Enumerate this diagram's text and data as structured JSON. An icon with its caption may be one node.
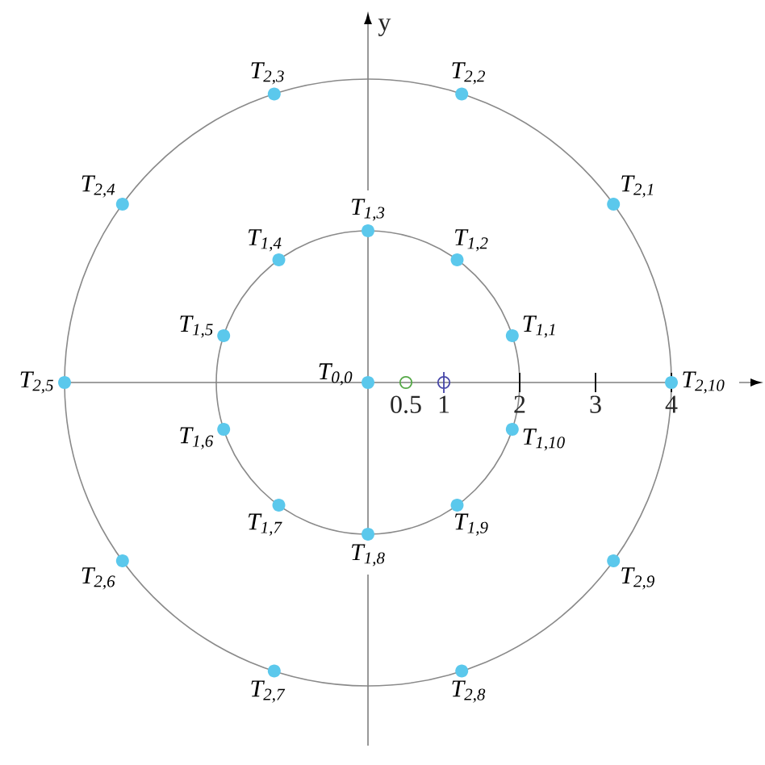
{
  "diagram": {
    "nodes": [
      {
        "text": [],
        "shape": "circle",
        "beside": [
          "T$_{0,0}$"
        ]
      },
      {
        "text": [],
        "shape": "circle",
        "beside": [
          "T$_{1,1}$"
        ]
      },
      {
        "text": [],
        "shape": "circle",
        "beside": [
          "T$_{1,2}$"
        ]
      },
      {
        "text": [],
        "shape": "circle",
        "beside": [
          "T$_{1,3}$"
        ]
      },
      {
        "text": [],
        "shape": "circle",
        "beside": [
          "T$_{1,4}$"
        ]
      },
      {
        "text": [],
        "shape": "circle",
        "beside": [
          "T$_{1,5}$"
        ]
      },
      {
        "text": [],
        "shape": "circle",
        "beside": [
          "T$_{1,6}$"
        ]
      },
      {
        "text": [],
        "shape": "circle",
        "beside": [
          "T$_{1,7}$"
        ]
      },
      {
        "text": [],
        "shape": "circle",
        "beside": [
          "T$_{1,8}$"
        ]
      },
      {
        "text": [],
        "shape": "circle",
        "beside": [
          "T$_{1,9}$"
        ]
      },
      {
        "text": [],
        "shape": "circle",
        "beside": [
          "T$_{1,10}$"
        ]
      },
      {
        "text": [],
        "shape": "circle",
        "beside": [
          "T$_{2,1}$"
        ]
      },
      {
        "text": [],
        "shape": "circle",
        "beside": [
          "T$_{2,2}$"
        ]
      },
      {
        "text": [],
        "shape": "circle",
        "beside": [
          "T$_{2,3}$"
        ]
      },
      {
        "text": [],
        "shape": "circle",
        "beside": [
          "T$_{2,4}$"
        ]
      },
      {
        "text": [],
        "shape": "circle",
        "beside": [
          "T$_{2,5}$"
        ]
      },
      {
        "text": [],
        "shape": "circle",
        "beside": [
          "T$_{2,6}$"
        ]
      },
      {
        "text": [],
        "shape": "circle",
        "beside": [
          "T$_{2,7}$"
        ]
      },
      {
        "text": [],
        "shape": "circle",
        "beside": [
          "T$_{2,8}$"
        ]
      },
      {
        "text": [],
        "shape": "circle",
        "beside": [
          "T$_{2,9}$"
        ]
      },
      {
        "text": [],
        "shape": "circle",
        "beside": [
          "T$_{2,10}$"
        ]
      }
    ],
    "labels": [
      "y",
      "0.5",
      "1",
      "2",
      "3",
      "4"
    ]
  }
}
